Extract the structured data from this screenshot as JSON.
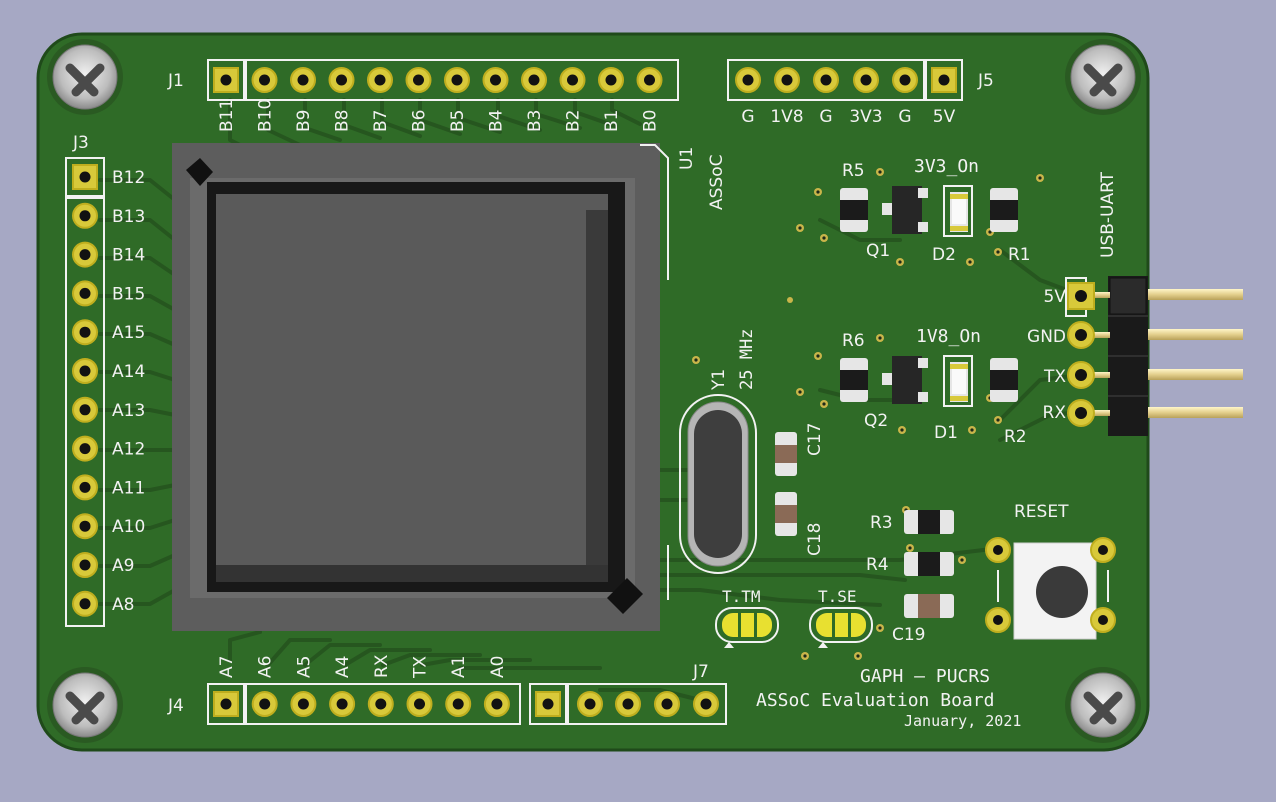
{
  "board": {
    "colors": {
      "background": "#a6a8c4",
      "pcb": "#2f6b27",
      "silkscreen": "#f2f2f2",
      "pad": "#d8c93a",
      "chip": "#555555"
    },
    "credit_line1": "GAPH – PUCRS",
    "credit_line2": "ASSoC Evaluation Board",
    "credit_line3": "January, 2021"
  },
  "connectors": {
    "j1": {
      "ref": "J1",
      "pins": [
        "B11",
        "B10",
        "B9",
        "B8",
        "B7",
        "B6",
        "B5",
        "B4",
        "B3",
        "B2",
        "B1",
        "B0"
      ]
    },
    "j5": {
      "ref": "J5",
      "pins": [
        "G",
        "1V8",
        "G",
        "3V3",
        "G",
        "5V"
      ]
    },
    "j3": {
      "ref": "J3",
      "pins": [
        "B12",
        "B13",
        "B14",
        "B15",
        "A15",
        "A14",
        "A13",
        "A12",
        "A11",
        "A10",
        "A9",
        "A8"
      ]
    },
    "j4": {
      "ref": "J4",
      "pins": [
        "A7",
        "A6",
        "A5",
        "A4",
        "RX",
        "TX",
        "A1",
        "A0"
      ]
    },
    "j7": {
      "ref": "J7"
    },
    "usb_uart": {
      "ref": "USB-UART",
      "pins": [
        "5V",
        "GND",
        "TX",
        "RX"
      ]
    }
  },
  "components": {
    "u1": {
      "ref": "U1",
      "value": "ASSoC"
    },
    "y1": {
      "ref": "Y1",
      "value": "25 MHz"
    },
    "r5": "R5",
    "q1": "Q1",
    "d2": "D2",
    "r1": "R1",
    "led_3v3": "3V3_On",
    "r6": "R6",
    "q2": "Q2",
    "d1": "D1",
    "r2": "R2",
    "led_1v8": "1V8_On",
    "c17": "C17",
    "c18": "C18",
    "r3": "R3",
    "r4": "R4",
    "c19": "C19",
    "reset": "RESET",
    "jumper_tm": "T.TM",
    "jumper_se": "T.SE"
  }
}
